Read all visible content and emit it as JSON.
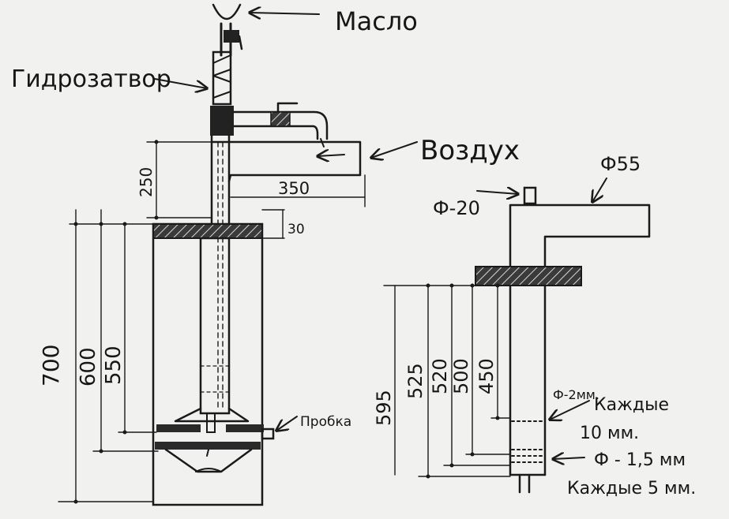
{
  "left_device": {
    "labels": {
      "oil": "Масло",
      "water_seal": "Гидрозатвор",
      "air": "Воздух",
      "plug": "Пробка"
    },
    "dimensions": {
      "height_total": "700",
      "height_600": "600",
      "height_550": "550",
      "pipe_rise": "250",
      "pipe_run": "350",
      "lid_thickness": "30"
    }
  },
  "right_device": {
    "labels": {
      "outlet_diameter": "Ф55",
      "inlet_diameter": "Ф-20",
      "holes_2mm": "Ф-2мм.",
      "holes_2mm_every": "Каждые",
      "holes_2mm_step": "10 мм.",
      "holes_1_5mm": "Ф - 1,5 мм",
      "holes_1_5mm_step": "Каждые 5 мм."
    },
    "dimensions": {
      "d595": "595",
      "d525": "525",
      "d520": "520",
      "d500": "500",
      "d450": "450"
    }
  }
}
